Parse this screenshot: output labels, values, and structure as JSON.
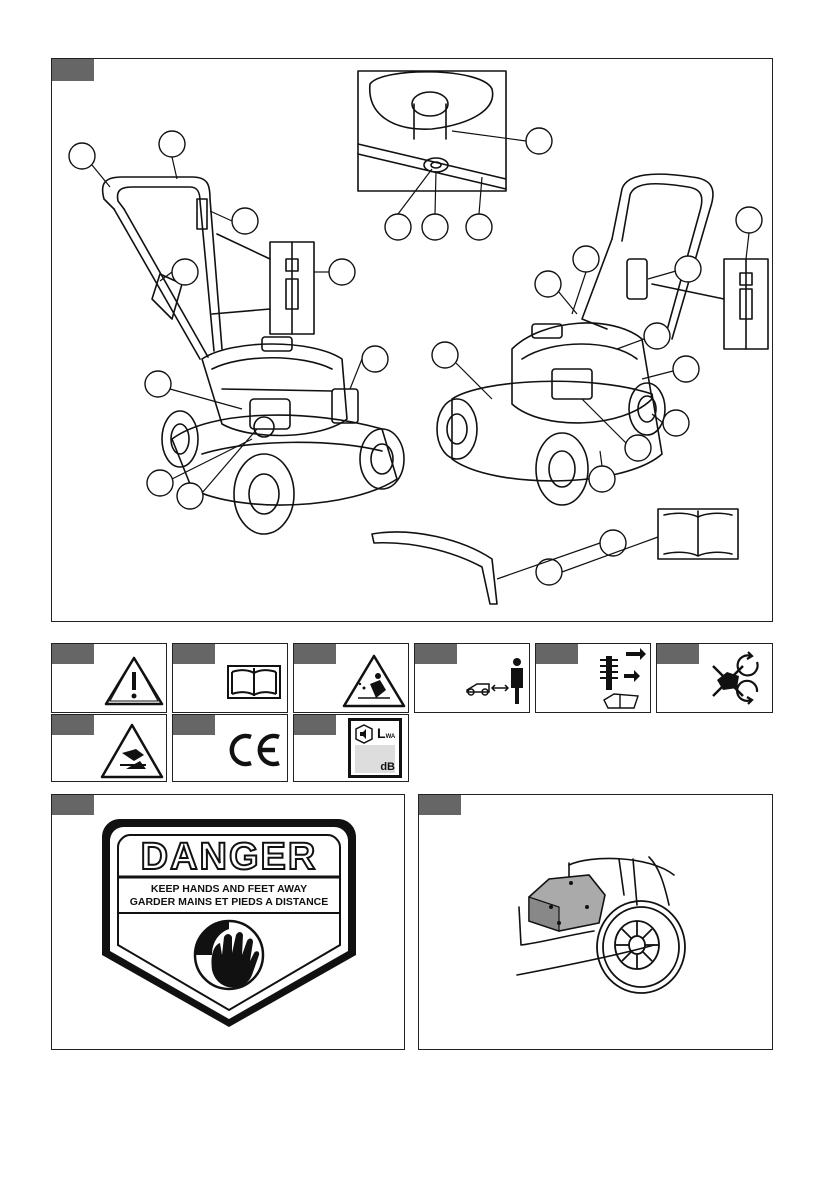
{
  "danger_sign": {
    "title": "DANGER",
    "line_en": "KEEP HANDS AND FEET AWAY",
    "line_fr": "GARDER MAINS ET PIEDS A DISTANCE"
  },
  "noise_label": {
    "lwa": "L",
    "lwa_sub": "WA",
    "unit": "dB"
  },
  "icons": {
    "warning": "warning-triangle-icon",
    "manual": "open-book-icon",
    "projectile": "thrown-object-warning-icon",
    "distance": "keep-distance-icon",
    "maintenance": "disconnect-spark-plug-icon",
    "rotating": "rotating-blade-icon",
    "hand_cut": "hand-injury-warning-icon",
    "ce": "ce-mark-icon",
    "noise": "noise-level-icon"
  }
}
